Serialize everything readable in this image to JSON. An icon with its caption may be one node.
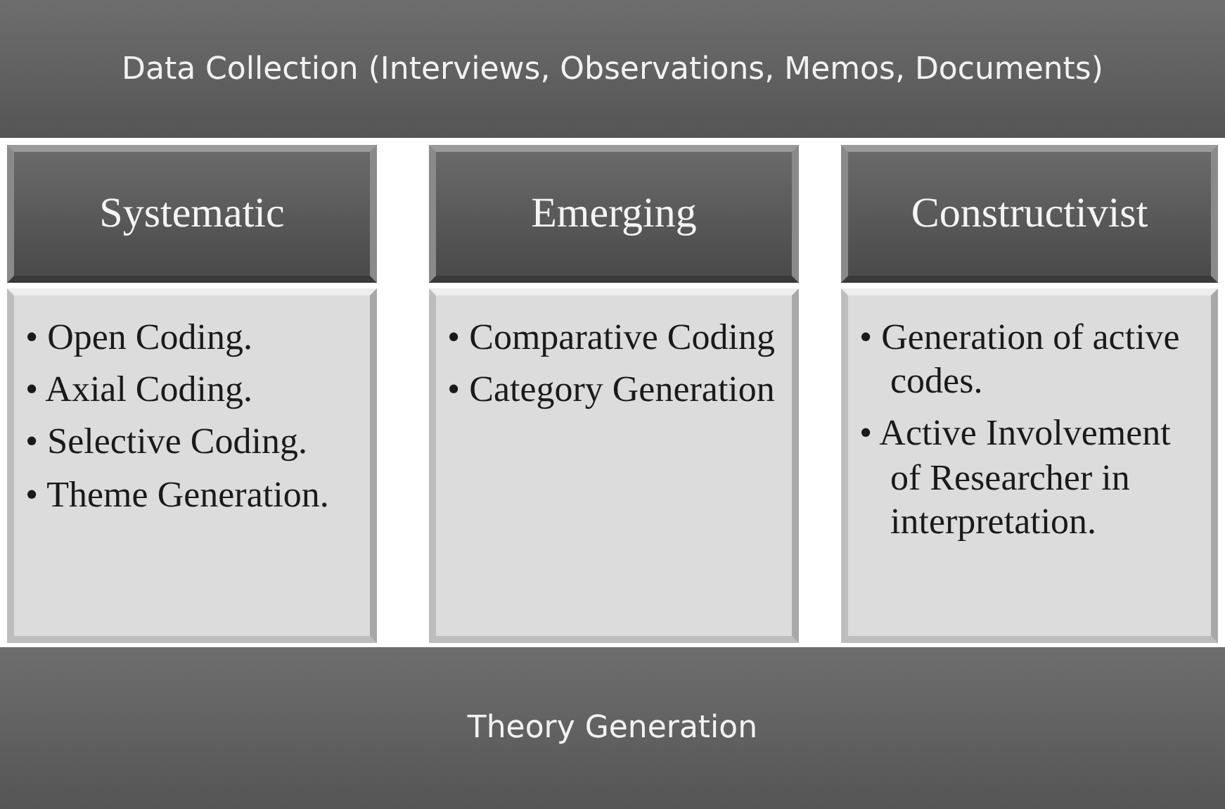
{
  "diagram": {
    "nodes": [
      {
        "text": [
          "Data Collection (Interviews, Observations, Memos, Documents)"
        ]
      },
      {
        "text": [
          "Systematic"
        ]
      },
      {
        "text": [
          "• Open Coding.",
          "• Axial Coding.",
          "• Selective Coding.",
          "• Theme Generation."
        ]
      },
      {
        "text": [
          "Emerging"
        ]
      },
      {
        "text": [
          "• Comparative Coding",
          "• Category Generation"
        ]
      },
      {
        "text": [
          "Constructivist"
        ]
      },
      {
        "text": [
          "• Generation of active codes.",
          "• Active Involvement of Researcher in interpretation."
        ]
      },
      {
        "text": [
          "Theory Generation"
        ]
      }
    ],
    "edges": []
  }
}
